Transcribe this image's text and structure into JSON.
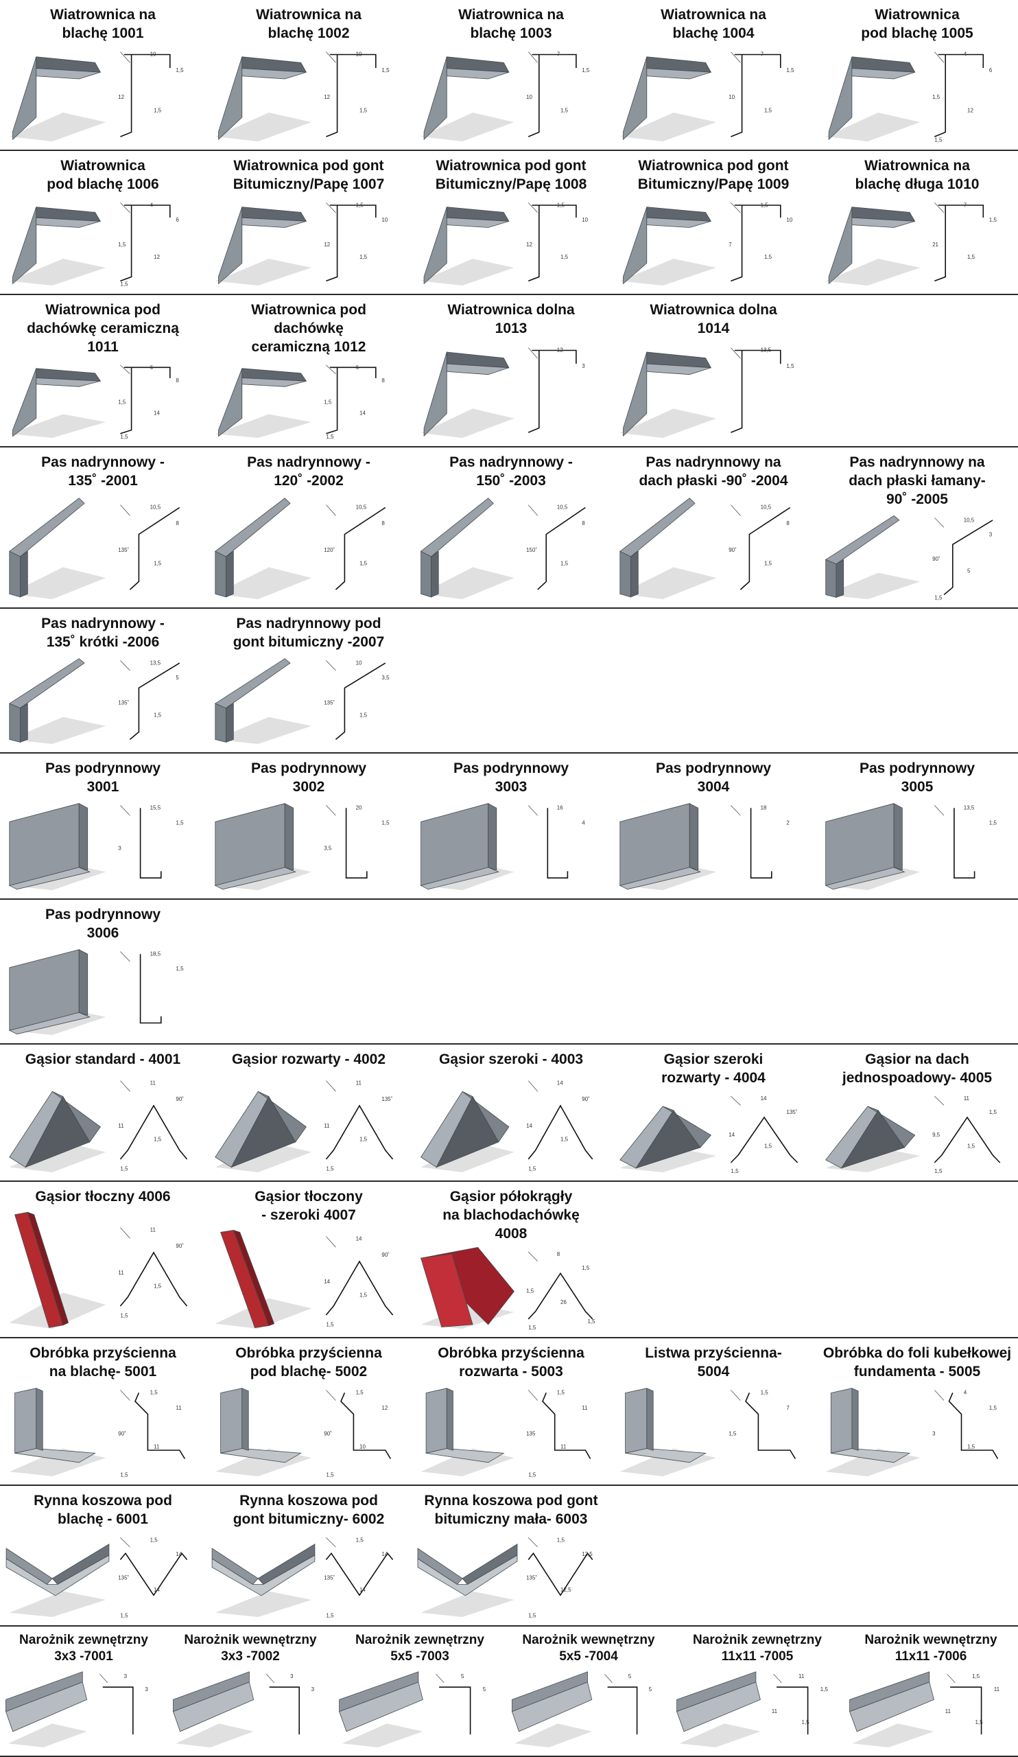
{
  "rows": [
    {
      "items": [
        {
          "name": "Wiatrownica na\nblachę 1001",
          "dims": [
            "10",
            "1,5",
            "12",
            "1,5"
          ]
        },
        {
          "name": "Wiatrownica na\nblachę 1002",
          "dims": [
            "10",
            "1,5",
            "12",
            "1,5"
          ]
        },
        {
          "name": "Wiatrownica na\nblachę 1003",
          "dims": [
            "7",
            "1,5",
            "10",
            "1,5"
          ]
        },
        {
          "name": "Wiatrownica na\nblachę 1004",
          "dims": [
            "7",
            "1,5",
            "10",
            "1,5"
          ]
        },
        {
          "name": "Wiatrownica\npod blachę 1005",
          "dims": [
            "4",
            "6",
            "1,5",
            "12",
            "1,5"
          ]
        }
      ]
    },
    {
      "items": [
        {
          "name": "Wiatrownica\npod blachę 1006",
          "dims": [
            "4",
            "6",
            "1,5",
            "12",
            "1,5"
          ]
        },
        {
          "name": "Wiatrownica pod gont\nBitumiczny/Papę 1007",
          "dims": [
            "1,5",
            "10",
            "12",
            "1,5"
          ]
        },
        {
          "name": "Wiatrownica pod gont\nBitumiczny/Papę 1008",
          "dims": [
            "1,5",
            "10",
            "12",
            "1,5"
          ]
        },
        {
          "name": "Wiatrownica pod gont\nBitumiczny/Papę 1009",
          "dims": [
            "1,5",
            "10",
            "7",
            "1,5"
          ]
        },
        {
          "name": "Wiatrownica na\nblachę długa 1010",
          "dims": [
            "7",
            "1,5",
            "21",
            "1,5"
          ]
        }
      ]
    },
    {
      "items": [
        {
          "name": "Wiatrownica pod\ndachówkę ceramiczną\n1011",
          "dims": [
            "6",
            "8",
            "1,5",
            "14",
            "1,5"
          ]
        },
        {
          "name": "Wiatrownica pod\ndachówkę\nceramiczną 1012",
          "dims": [
            "6",
            "8",
            "1,5",
            "14",
            "1,5"
          ]
        },
        {
          "name": "Wiatrownica dolna\n1013",
          "dims": [
            "12",
            "3"
          ]
        },
        {
          "name": "Wiatrownica dolna\n1014",
          "dims": [
            "13,5",
            "1,5"
          ]
        }
      ]
    },
    {
      "items": [
        {
          "name": "Pas nadrynnowy -\n135˚ -2001",
          "dims": [
            "10,5",
            "8",
            "135˚",
            "1,5"
          ]
        },
        {
          "name": "Pas nadrynnowy -\n120˚ -2002",
          "dims": [
            "10,5",
            "8",
            "120˚",
            "1,5"
          ]
        },
        {
          "name": "Pas nadrynnowy -\n150˚ -2003",
          "dims": [
            "10,5",
            "8",
            "150˚",
            "1,5"
          ]
        },
        {
          "name": "Pas nadrynnowy na\ndach płaski -90˚ -2004",
          "dims": [
            "10,5",
            "8",
            "90˚",
            "1,5"
          ]
        },
        {
          "name": "Pas nadrynnowy na\ndach płaski  łamany-\n90˚ -2005",
          "dims": [
            "10,5",
            "3",
            "90˚",
            "5",
            "1,5"
          ]
        }
      ]
    },
    {
      "items": [
        {
          "name": "Pas nadrynnowy -\n135˚ krótki -2006",
          "dims": [
            "13,5",
            "5",
            "135˚",
            "1,5"
          ]
        },
        {
          "name": "Pas nadrynnowy pod\ngont bitumiczny -2007",
          "dims": [
            "10",
            "3,5",
            "135˚",
            "1,5"
          ]
        }
      ]
    },
    {
      "items": [
        {
          "name": "Pas podrynnowy\n3001",
          "dims": [
            "15,5",
            "1,5",
            "3"
          ]
        },
        {
          "name": "Pas podrynnowy\n3002",
          "dims": [
            "20",
            "1,5",
            "3,5"
          ]
        },
        {
          "name": "Pas podrynnowy\n3003",
          "dims": [
            "16",
            "4"
          ]
        },
        {
          "name": "Pas podrynnowy\n3004",
          "dims": [
            "18",
            "2"
          ]
        },
        {
          "name": "Pas podrynnowy\n3005",
          "dims": [
            "13,5",
            "1,5"
          ]
        }
      ]
    },
    {
      "items": [
        {
          "name": "Pas podrynnowy\n3006",
          "dims": [
            "18,5",
            "1,5"
          ]
        }
      ]
    },
    {
      "items": [
        {
          "name": "Gąsior standard - 4001",
          "dims": [
            "11",
            "90˚",
            "11",
            "1,5",
            "1,5"
          ]
        },
        {
          "name": "Gąsior rozwarty - 4002",
          "dims": [
            "11",
            "135˚",
            "11",
            "1,5",
            "1,5"
          ]
        },
        {
          "name": "Gąsior szeroki - 4003",
          "dims": [
            "14",
            "90˚",
            "14",
            "1,5",
            "1,5"
          ]
        },
        {
          "name": "Gąsior szeroki\nrozwarty - 4004",
          "dims": [
            "14",
            "135˚",
            "14",
            "1,5",
            "1,5"
          ]
        },
        {
          "name": "Gąsior na dach\njednospoadowy- 4005",
          "dims": [
            "11",
            "1,5",
            "9,5",
            "1,5",
            "1,5"
          ]
        }
      ]
    },
    {
      "items": [
        {
          "name": "Gąsior tłoczny 4006",
          "dims": [
            "11",
            "90˚",
            "11",
            "1,5",
            "1,5"
          ]
        },
        {
          "name": "Gąsior tłoczony\n- szeroki 4007",
          "dims": [
            "14",
            "90˚",
            "14",
            "1,5",
            "1,5"
          ]
        },
        {
          "name": "Gąsior półokrągły\nna blachodachówkę\n4008",
          "dims": [
            "8",
            "1,5",
            "1,5",
            "26",
            "1,5",
            "1,5"
          ]
        }
      ]
    },
    {
      "items": [
        {
          "name": "Obróbka przyścienna\nna blachę- 5001",
          "dims": [
            "1,5",
            "11",
            "90˚",
            "11",
            "1,5"
          ]
        },
        {
          "name": "Obróbka przyścienna\npod blachę- 5002",
          "dims": [
            "1,5",
            "12",
            "90˚",
            "10",
            "1,5"
          ]
        },
        {
          "name": "Obróbka przyścienna\nrozwarta - 5003",
          "dims": [
            "1,5",
            "11",
            "135",
            "11",
            "1,5"
          ]
        },
        {
          "name": "Listwa przyścienna-\n5004",
          "dims": [
            "1,5",
            "7",
            "1,5"
          ]
        },
        {
          "name": "Obróbka do foli kubełkowej\nfundamenta - 5005",
          "dims": [
            "4",
            "1,5",
            "3",
            "1,5"
          ]
        }
      ]
    },
    {
      "items": [
        {
          "name": "Rynna koszowa pod\nblachę - 6001",
          "dims": [
            "1,5",
            "14",
            "135˚",
            "14",
            "1,5"
          ]
        },
        {
          "name": "Rynna koszowa pod\ngont bitumiczny- 6002",
          "dims": [
            "1,5",
            "14",
            "135˚",
            "14",
            "1,5"
          ]
        },
        {
          "name": "Rynna koszowa pod gont\nbitumiczny mała- 6003",
          "dims": [
            "1,5",
            "12,5",
            "135˚",
            "12,5",
            "1,5"
          ]
        }
      ]
    },
    {
      "items": [
        {
          "name": "Narożnik zewnętrzny\n3x3 -7001",
          "dims": [
            "3",
            "3"
          ]
        },
        {
          "name": "Narożnik wewnętrzny\n3x3 -7002",
          "dims": [
            "3",
            "3"
          ]
        },
        {
          "name": "Narożnik zewnętrzny\n5x5 -7003",
          "dims": [
            "5",
            "5"
          ]
        },
        {
          "name": "Narożnik wewnętrzny\n5x5 -7004",
          "dims": [
            "5",
            "5"
          ]
        },
        {
          "name": "Narożnik zewnętrzny\n11x11 -7005",
          "dims": [
            "11",
            "1,5",
            "11",
            "1,5"
          ]
        },
        {
          "name": "Narożnik wewnętrzny\n11x11 -7006",
          "dims": [
            "1,5",
            "11",
            "11",
            "1,5"
          ]
        }
      ]
    }
  ]
}
